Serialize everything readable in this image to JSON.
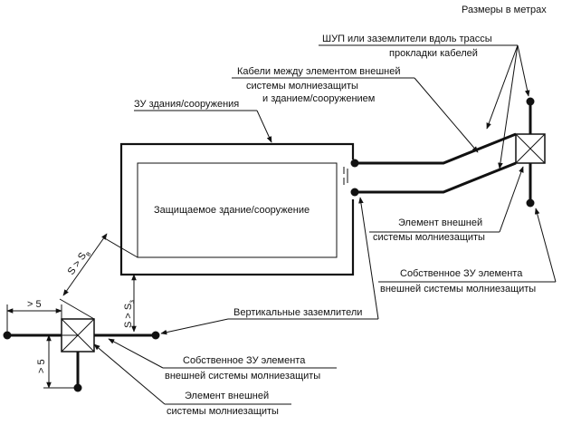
{
  "units_note": "Размеры в метрах",
  "labels": {
    "shup": [
      "ШУП или заземлители вдоль трассы",
      "прокладки кабелей"
    ],
    "cables": [
      "Кабели между элементом внешней",
      "системы молниезащиты",
      "и зданием/сооружением"
    ],
    "zu_building": "ЗУ здания/сооружения",
    "protected_building": "Защищаемое здание/сооружение",
    "element_right": [
      "Элемент внешней",
      "системы молниезащиты"
    ],
    "own_zu_right": [
      "Собственное ЗУ элемента",
      "внешней системы молниезащиты"
    ],
    "vertical_electrodes": "Вертикальные заземлители",
    "own_zu_left": [
      "Собственное ЗУ элемента",
      "внешней системы молниезащиты"
    ],
    "element_left": [
      "Элемент внешней",
      "системы молниезащиты"
    ]
  },
  "dimensions": {
    "s_gt_sv": {
      "prefix": "S > S",
      "sub": "в"
    },
    "s_gt_sz": {
      "prefix": "S > S",
      "sub": "з"
    },
    "horizontal": "> 5",
    "vertical": "> 5"
  }
}
